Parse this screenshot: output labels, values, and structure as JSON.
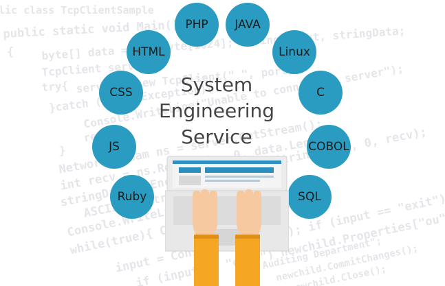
{
  "background_code": [
    "lic class TcpClientSample",
    "public static void Main()",
    "{",
    "byte[] data = new byte[1024];  string input, stringData;",
    "TcpClient server;",
    "try{",
    "server = new TcpClient(\"  \", port);",
    "}catch (SocketException){",
    "Console.WriteLine(\"Unable to connect to server\");",
    "return;",
    "}",
    "NetworkStream ns = server.GetStream();",
    "int recv = ns.Read(data, 0, data.Length);",
    "stringData = Encoding.ASCII.GetString(data, 0, recv);",
    "ASCII.GetString(stringData);",
    "Console.WriteLine(stringData);",
    "while(true){  Console.ReadLine();",
    "input = Console.ReadLine();  if (input == \"exit\") break;",
    "if (input == \"exit\")  newchild.Properties[\"ou\"].Add",
    "Auditing Department\";",
    "newchild.CommitChanges();",
    "newchild.Close();"
  ],
  "title": {
    "line1": "System",
    "line2": "Engineering",
    "line3": "Service"
  },
  "languages": [
    "PHP",
    "JAVA",
    "HTML",
    "Linux",
    "CSS",
    "C",
    "JS",
    "COBOL",
    "Ruby",
    "SQL"
  ],
  "colors": {
    "bubble": "#2a9cc1",
    "sleeve": "#f5a623",
    "skin": "#f6c9a0",
    "laptop_screen": "#2c8fc0"
  }
}
